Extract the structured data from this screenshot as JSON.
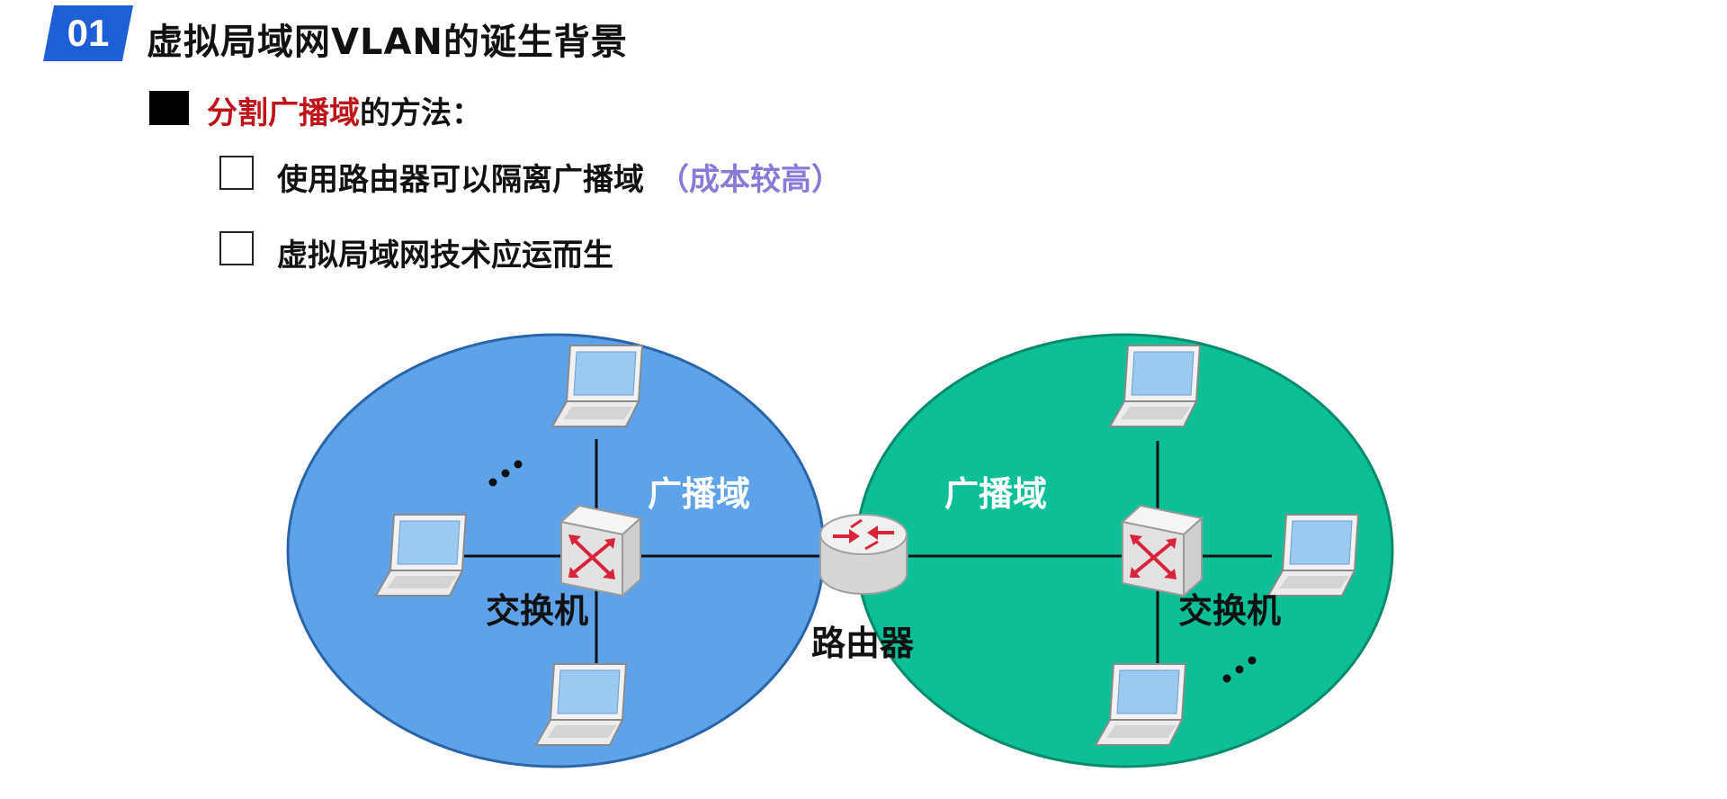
{
  "slide": {
    "section_number": "01",
    "title": "虚拟局域网VLAN的诞生背景"
  },
  "heading": {
    "highlight": "分割广播域",
    "rest": "的方法："
  },
  "items": [
    {
      "text": "使用路由器可以隔离广播域",
      "note": "（成本较高）"
    },
    {
      "text": "虚拟局域网技术应运而生",
      "note": ""
    }
  ],
  "diagram": {
    "left_domain_label": "广播域",
    "right_domain_label": "广播域",
    "left_switch_label": "交换机",
    "right_switch_label": "交换机",
    "router_label": "路由器",
    "ellipsis": "⋰"
  },
  "colors": {
    "badge_blue": "#1f5fd6",
    "left_domain": "#5ea3ea",
    "right_domain": "#0cbf97",
    "highlight_red": "#c0141b",
    "note_purple": "#8b79d8"
  }
}
